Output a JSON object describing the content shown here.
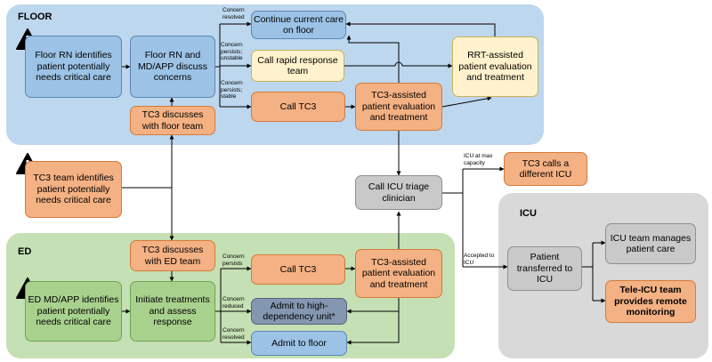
{
  "zones": {
    "floor": {
      "title": "FLOOR",
      "color": "#bdd7ee"
    },
    "ed": {
      "title": "ED",
      "color": "#c5e0b4"
    },
    "icu": {
      "title": "ICU",
      "color": "#d9d9d9"
    }
  },
  "nodes": {
    "floor_rn": "Floor RN identifies patient potentially needs critical care",
    "floor_rn_md": "Floor RN and MD/APP discuss concerns",
    "continue_care": "Continue current care on floor",
    "call_rrt": "Call rapid response team",
    "call_tc3_floor": "Call TC3",
    "rrt_eval": "RRT-assisted patient evaluation and treatment",
    "tc3_eval_floor": "TC3-assisted patient evaluation and treatment",
    "tc3_discuss_floor": "TC3 discusses with floor team",
    "tc3_team": "TC3 team identifies patient potentially needs critical care",
    "call_icu_triage": "Call ICU triage clinician",
    "tc3_calls_icu": "TC3 calls a different ICU",
    "tc3_discuss_ed": "TC3 discusses with ED team",
    "ed_md": "ED MD/APP identifies patient potentially needs critical care",
    "initiate_treatments": "Initiate treatments and assess response",
    "call_tc3_ed": "Call TC3",
    "tc3_eval_ed": "TC3-assisted patient evaluation and treatment",
    "admit_hdu": "Admit to high-dependency unit*",
    "admit_floor": "Admit to floor",
    "patient_transferred": "Patient transferred to ICU",
    "icu_manages": "ICU team manages patient care",
    "tele_icu": "Tele-ICU team provides remote monitoring"
  },
  "edge_labels": {
    "floor_resolved": "Concern resolved",
    "floor_unstable": "Concern persists; unstable",
    "floor_stable": "Concern persists; stable",
    "icu_max": "ICU at max capacity",
    "accepted_icu": "Accepted to ICU",
    "ed_persists": "Concern persists",
    "ed_reduced": "Concern reduced",
    "ed_resolved": "Concern resolved"
  },
  "icons": {
    "warning": "warning-icon"
  }
}
